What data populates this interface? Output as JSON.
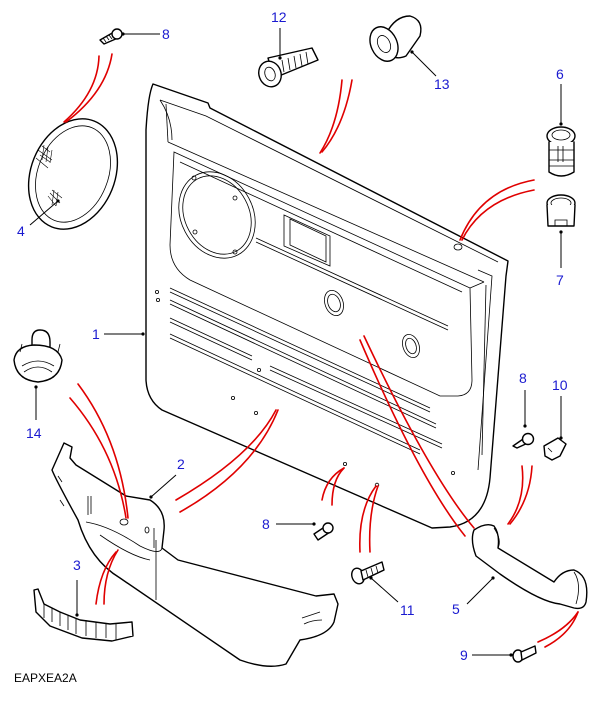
{
  "diagram": {
    "reference_code": "EAPXEA2A",
    "label_color": "#1a1ad0",
    "fixing_line_color": "#e00000",
    "callouts": [
      {
        "id": "1",
        "part": "door-trim-panel"
      },
      {
        "id": "2",
        "part": "armrest-pocket"
      },
      {
        "id": "3",
        "part": "armrest-insert"
      },
      {
        "id": "4",
        "part": "speaker-grille"
      },
      {
        "id": "5",
        "part": "grab-handle"
      },
      {
        "id": "6",
        "part": "trim-clip"
      },
      {
        "id": "7",
        "part": "grommet"
      },
      {
        "id": "8",
        "part": "screw"
      },
      {
        "id": "8",
        "part": "screw"
      },
      {
        "id": "8",
        "part": "screw"
      },
      {
        "id": "9",
        "part": "screw"
      },
      {
        "id": "10",
        "part": "speed-nut"
      },
      {
        "id": "11",
        "part": "screw"
      },
      {
        "id": "12",
        "part": "fixing-plug"
      },
      {
        "id": "13",
        "part": "bush"
      },
      {
        "id": "14",
        "part": "courtesy-lamp"
      }
    ]
  }
}
